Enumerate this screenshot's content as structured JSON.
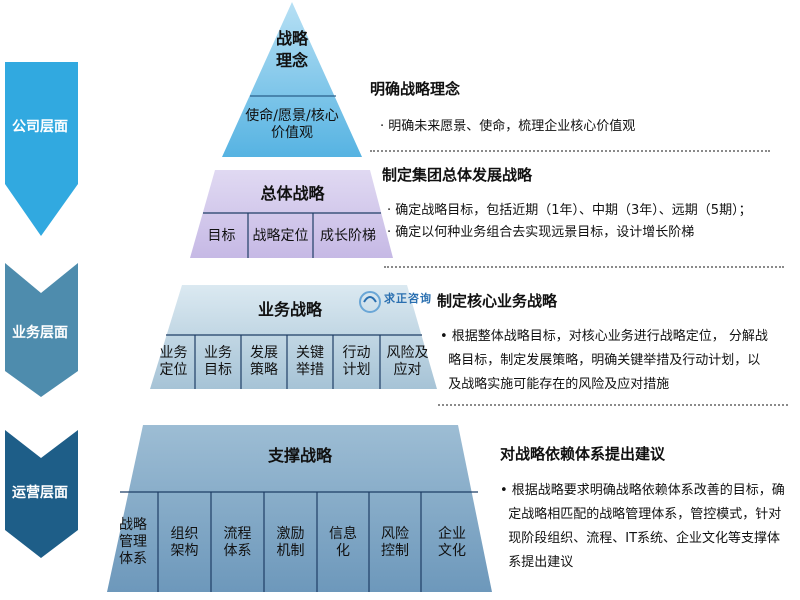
{
  "levels": [
    {
      "label": "公司层面"
    },
    {
      "label": "业务层面"
    },
    {
      "label": "运营层面"
    }
  ],
  "pyramid": {
    "tier1": {
      "title": "战略\n理念",
      "content": "使命/愿景/核心\n价值观"
    },
    "tier2": {
      "title": "总体战略",
      "cells": [
        "目标",
        "战略定位",
        "成长阶梯"
      ]
    },
    "tier3": {
      "title": "业务战略",
      "cells": [
        "业务\n定位",
        "业务\n目标",
        "发展\n策略",
        "关键\n举措",
        "行动\n计划",
        "风险及\n应对"
      ]
    },
    "tier4": {
      "title": "支撑战略",
      "cells": [
        "战略\n管理\n体系",
        "组织\n架构",
        "流程\n体系",
        "激励\n机制",
        "信息\n化",
        "风险\n控制",
        "企业\n文化"
      ]
    }
  },
  "sections": [
    {
      "title": "明确战略理念",
      "lines": [
        "·  明确未来愿景、使命，梳理企业核心价值观"
      ]
    },
    {
      "title": "制定集团总体发展战略",
      "lines": [
        "·   确定战略目标，包括近期（1年）、中期（3年）、远期（5期）；",
        "·  确定以何种业务组合去实现远景目标，设计增长阶梯"
      ]
    },
    {
      "title": "制定核心业务战略",
      "lines": [
        "• 根据整体战略目标，对核心业务进行战略定位， 分解战",
        "  略目标，制定发展策略，明确关键举措及行动计划，以",
        "  及战略实施可能存在的风险及应对措施"
      ]
    },
    {
      "title": "对战略依赖体系提出建议",
      "lines": [
        "• 根据战略要求明确战略依赖体系改善的目标，确",
        "  定战略相匹配的战略管理体系，管控模式，针对",
        "  现阶段组织、流程、IT系统、企业文化等支撑体",
        "  系提出建议"
      ]
    }
  ],
  "watermark": {
    "text": "求正咨询"
  },
  "colors": {
    "arrow1": "#31a9e0",
    "arrow2": "#4e8cad",
    "arrow3": "#1e5e88",
    "tier1_top": "#9fd3ee",
    "tier1_bottom": "#5cb6e3",
    "tier2_top": "#d9d1ee",
    "tier2_bottom": "#c9bde6",
    "tier3_top": "#cfe0ea",
    "tier3_bottom": "#a8c6d8",
    "tier4_top": "#8ab0cc",
    "tier4_bottom": "#6a97bb"
  }
}
